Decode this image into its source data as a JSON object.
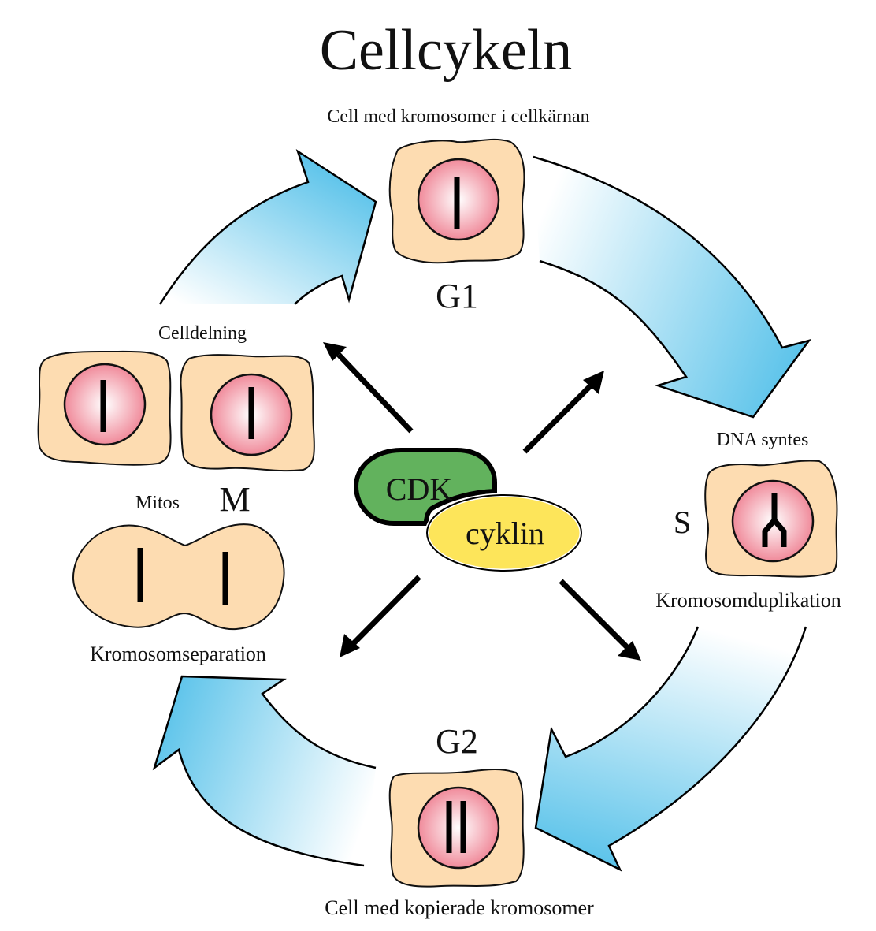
{
  "title": "Cellcykeln",
  "phases": {
    "g1": {
      "label": "G1",
      "caption": "Cell med kromosomer i cellkärnan"
    },
    "s": {
      "label": "S",
      "caption_top": "DNA syntes",
      "caption_bottom": "Kromosomduplikation"
    },
    "g2": {
      "label": "G2",
      "caption": "Cell med kopierade kromosomer"
    },
    "m": {
      "label": "M",
      "sublabel": "Mitos",
      "caption_top": "Celldelning",
      "caption_bottom": "Kromosomseparation"
    }
  },
  "center": {
    "cdk_label": "CDK",
    "cyclin_label": "cyklin"
  },
  "colors": {
    "cell_fill": "#fddcb1",
    "nucleus_edge": "#f08a9a",
    "nucleus_center": "#ffffff",
    "arrow_blue": "#5bc3ea",
    "cdk_green": "#62b25d",
    "cyclin_yellow": "#fde55a"
  }
}
